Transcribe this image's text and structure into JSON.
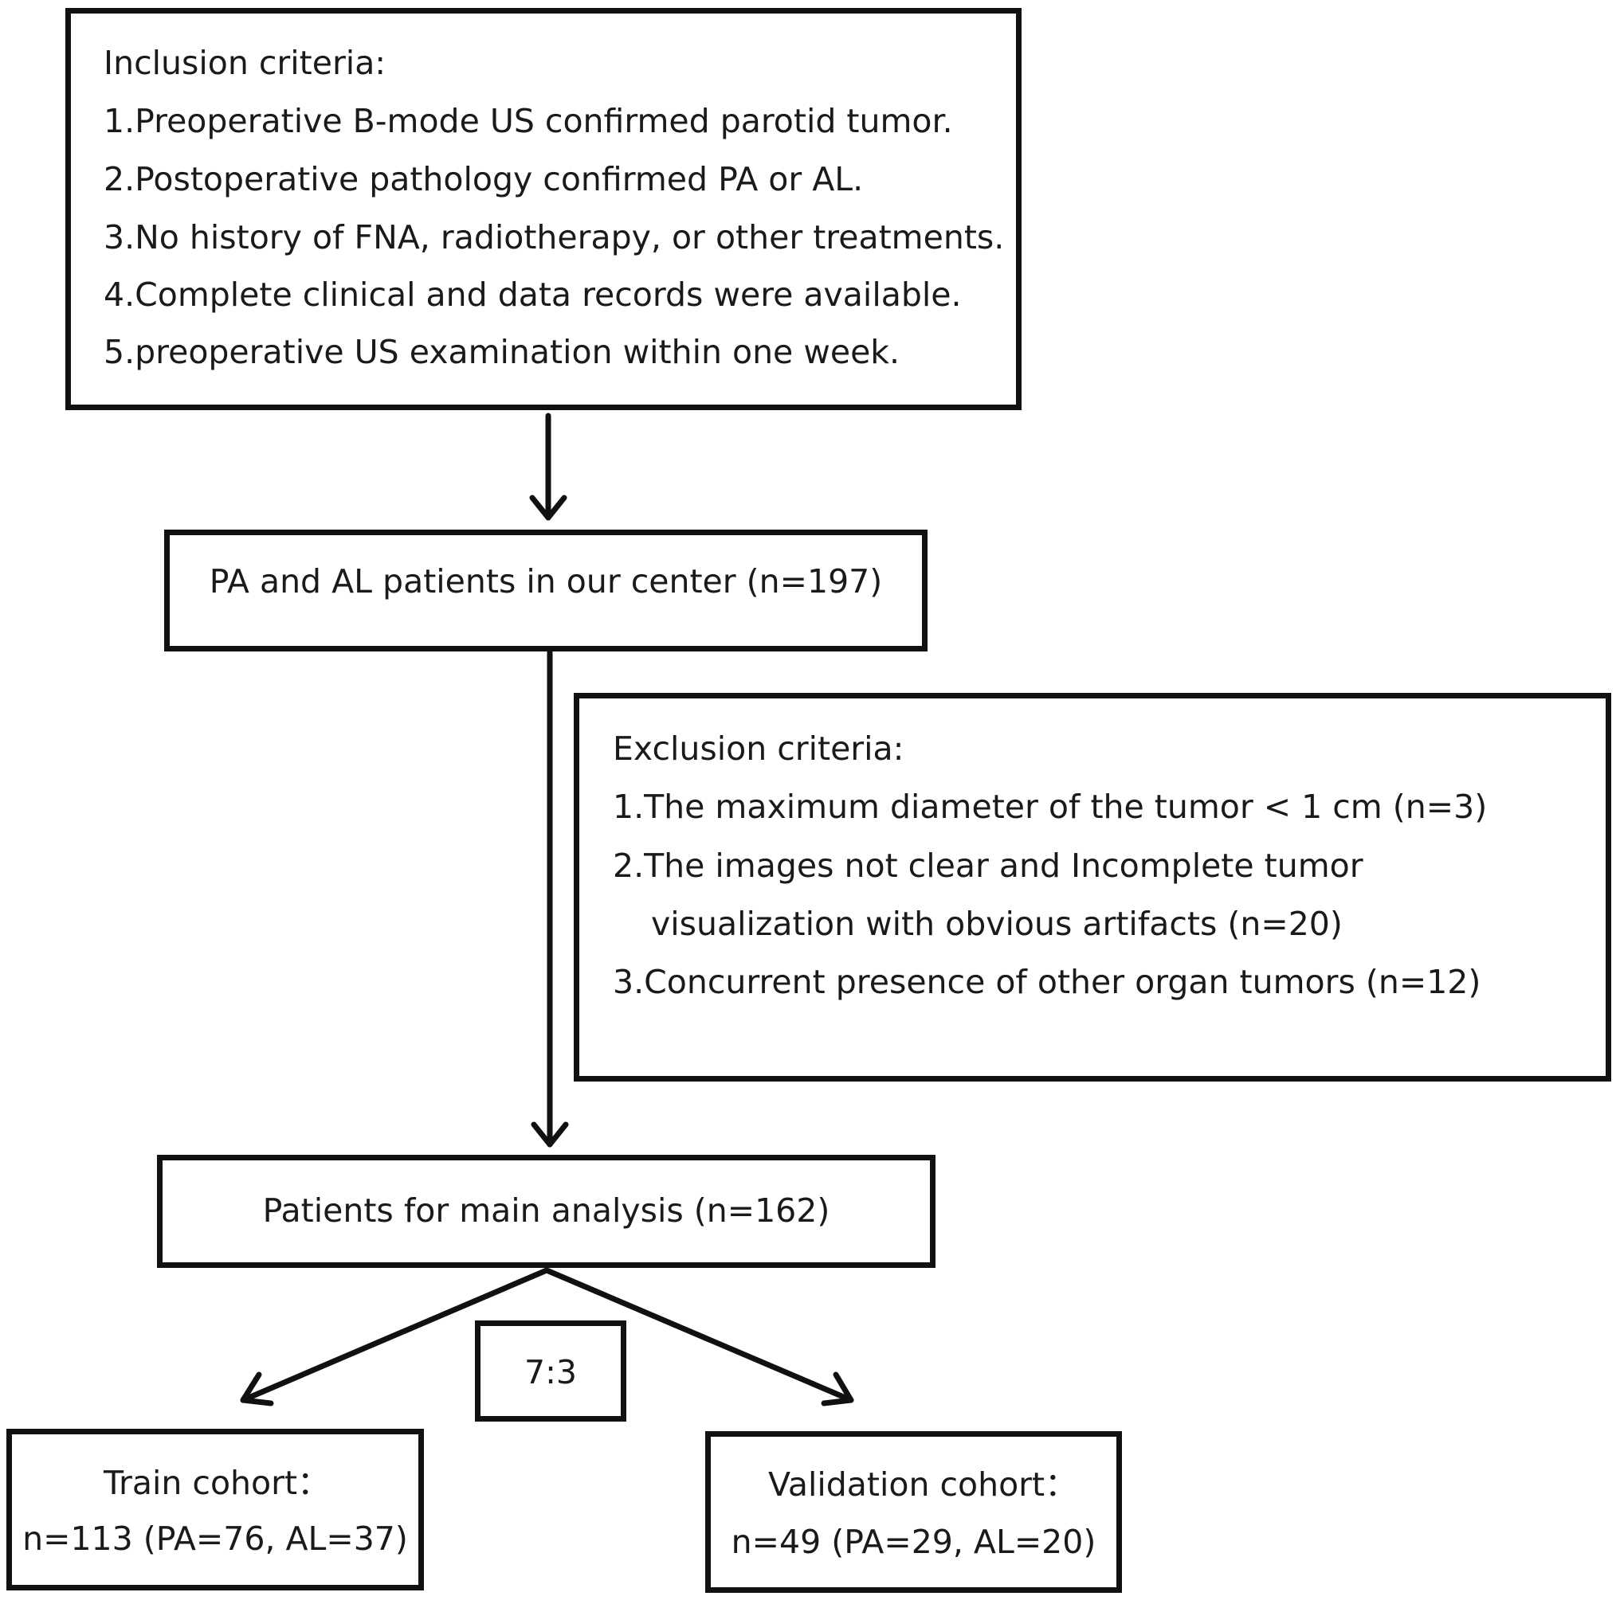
{
  "inclusion": {
    "title": "Inclusion criteria:",
    "items": [
      "1.Preoperative B-mode US confirmed parotid tumor.",
      "2.Postoperative pathology confirmed PA or AL.",
      "3.No history of FNA, radiotherapy, or other treatments.",
      "4.Complete clinical and data records were available.",
      "5.preoperative US examination within one week."
    ]
  },
  "center_patients": {
    "label": "PA and AL patients in our center (n=197)"
  },
  "exclusion": {
    "title": "Exclusion criteria:",
    "items": [
      "1.The maximum diameter of the tumor < 1 cm (n=3)",
      "2.The images not clear and Incomplete tumor",
      "visualization with obvious artifacts (n=20)",
      "3.Concurrent presence of other organ tumors (n=12)"
    ]
  },
  "main_analysis": {
    "label": "Patients for main analysis (n=162)"
  },
  "split_ratio": {
    "label": "7:3"
  },
  "train": {
    "title": "Train cohort：",
    "detail": "n=113 (PA=76, AL=37)"
  },
  "validation": {
    "title": "Validation cohort：",
    "detail": "n=49 (PA=29, AL=20)"
  }
}
